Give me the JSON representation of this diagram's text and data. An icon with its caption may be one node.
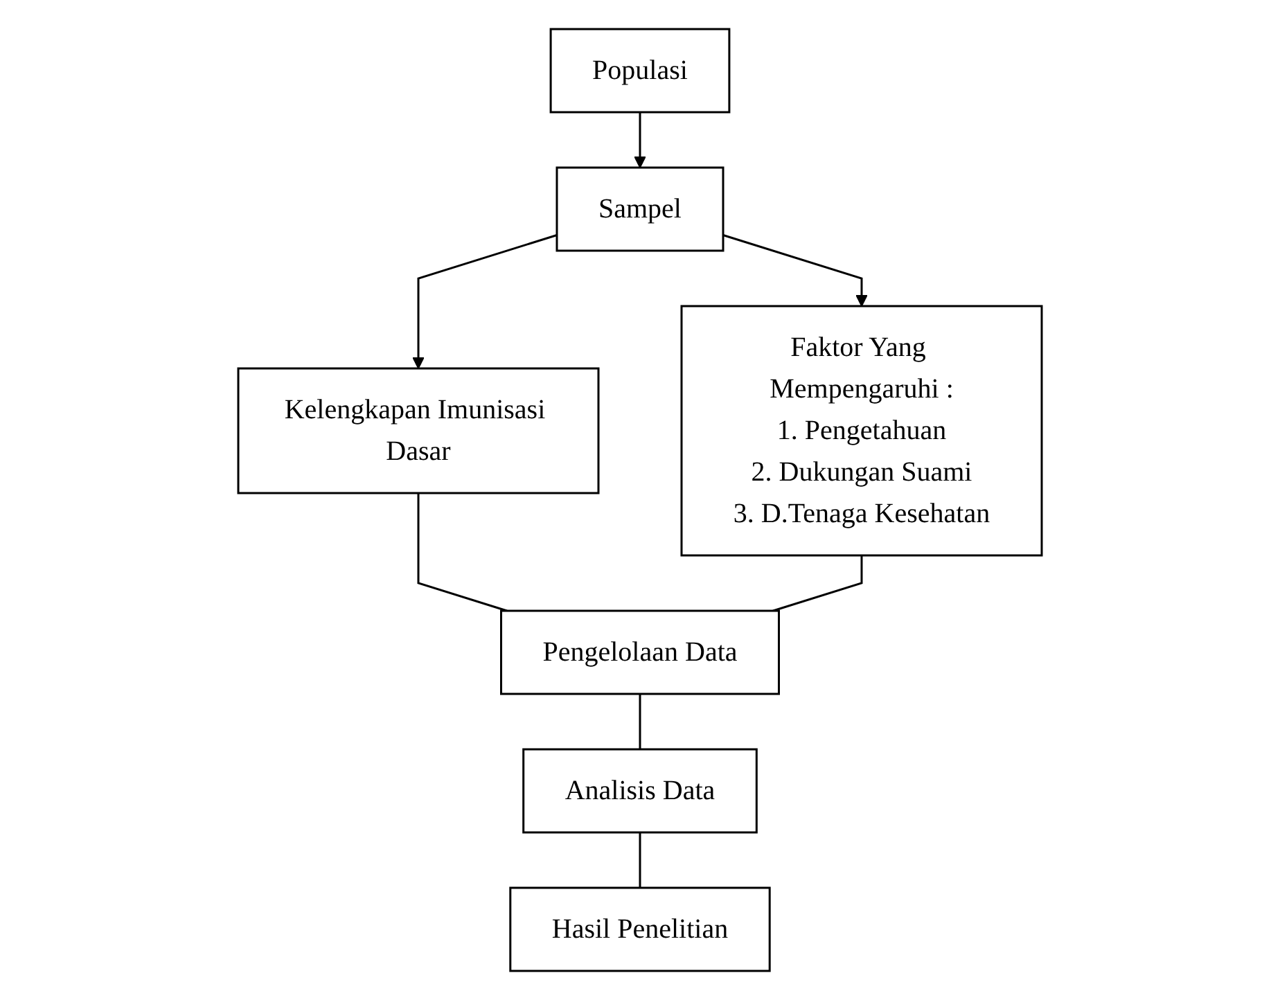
{
  "diagram": {
    "nodes": [
      {
        "text": [
          "Populasi"
        ]
      },
      {
        "text": [
          "Sampel"
        ]
      },
      {
        "text": [
          "Kelengkapan Imunisasi Dasar"
        ]
      },
      {
        "text": [
          "Faktor Yang Mempengaruhi :",
          "1. Pengetahuan",
          "2. Dukungan Suami",
          "3. D.Tenaga Kesehatan"
        ]
      },
      {
        "text": [
          "Pengelolaan Data"
        ]
      },
      {
        "text": [
          "Analisis Data"
        ]
      },
      {
        "text": [
          "Hasil Penelitian"
        ]
      }
    ],
    "edges": [
      {
        "from": 0,
        "to": 1,
        "arrow": "to"
      },
      {
        "from": 1,
        "to": 2,
        "arrow": "to"
      },
      {
        "from": 1,
        "to": 3,
        "arrow": "to"
      },
      {
        "from": 2,
        "to": 4,
        "arrow": "none"
      },
      {
        "from": 3,
        "to": 4,
        "arrow": "none"
      },
      {
        "from": 4,
        "to": 5,
        "arrow": "none"
      },
      {
        "from": 5,
        "to": 6,
        "arrow": "none"
      }
    ]
  }
}
